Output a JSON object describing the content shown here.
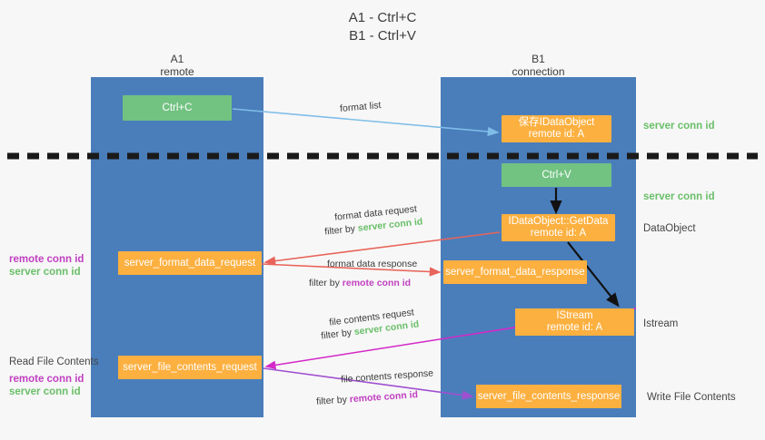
{
  "title": {
    "line1": "A1 - Ctrl+C",
    "line2": "B1 - Ctrl+V"
  },
  "lanes": [
    {
      "id": "A1",
      "name": "A1",
      "role": "remote",
      "color": "#4a7ebb"
    },
    {
      "id": "B1",
      "name": "B1",
      "role": "connection",
      "color": "#4a7ebb"
    }
  ],
  "boxes": {
    "ctrl_c": "Ctrl+C",
    "save_dataobject_l1": "保存IDataObject",
    "save_dataobject_l2": "remote id: A",
    "ctrl_v": "Ctrl+V",
    "getdata_l1": "IDataObject::GetData",
    "getdata_l2": "remote id: A",
    "istream_l1": "IStream",
    "istream_l2": "remote id: A",
    "server_format_data_request": "server_format_data_request",
    "server_format_data_response": "server_format_data_response",
    "server_file_contents_request": "server_file_contents_request",
    "server_file_contents_response": "server_file_contents_response"
  },
  "right_notes": {
    "server_conn_id_1": "server conn id",
    "server_conn_id_2": "server conn id",
    "dataobject": "DataObject",
    "istream": "Istream",
    "write_file_contents": "Write File Contents"
  },
  "left_notes": {
    "read_file_contents": "Read File Contents",
    "remote_conn_id_1": "remote conn id",
    "server_conn_id_1": "server conn id",
    "remote_conn_id_2": "remote conn id",
    "server_conn_id_2": "server conn id"
  },
  "edge_labels": {
    "format_list": "format list",
    "format_data_request": "format data request",
    "filter_by_prefix": "filter by ",
    "server_conn_id": "server conn id",
    "remote_conn_id": "remote conn id",
    "format_data_response": "format data response",
    "file_contents_request": "file contents request",
    "file_contents_response": "file contents response"
  },
  "colors": {
    "lane": "#4a7ebb",
    "green_box": "#72c282",
    "orange_box": "#fcb040",
    "green_text": "#6abf69",
    "purple_text": "#c13fc1",
    "arrow_blue": "#7fbde8",
    "arrow_red": "#e8645a",
    "arrow_magenta": "#d428c8",
    "arrow_purple": "#a04fd0",
    "arrow_black": "#000000",
    "background": "#f7f7f7"
  }
}
